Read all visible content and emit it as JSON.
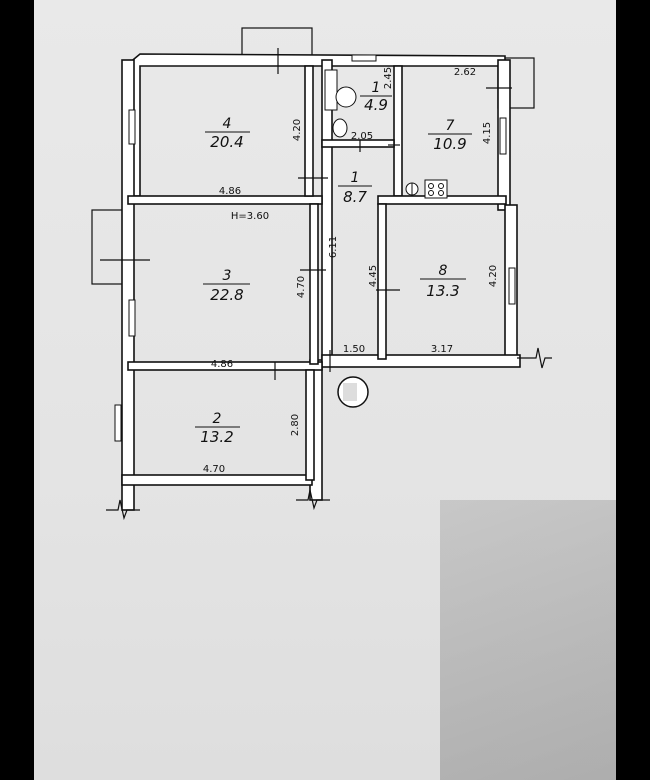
{
  "rooms": [
    {
      "id": "4",
      "number": "4",
      "area": "20.4"
    },
    {
      "id": "3",
      "number": "3",
      "area": "22.8"
    },
    {
      "id": "2",
      "number": "2",
      "area": "13.2"
    },
    {
      "id": "1a",
      "number": "1",
      "area": "4.9"
    },
    {
      "id": "1b",
      "number": "1",
      "area": "8.7"
    },
    {
      "id": "7",
      "number": "7",
      "area": "10.9"
    },
    {
      "id": "8",
      "number": "8",
      "area": "13.3"
    }
  ],
  "dimensions": {
    "room4_width": "4.86",
    "room4_height": "4.20",
    "ceiling_height": "H=3.60",
    "room3_width": "4.86",
    "room3_height": "4.70",
    "room2_width": "4.70",
    "room2_height": "2.80",
    "bath_height": "2.45",
    "bath_width": "2.05",
    "corridor_length": "6.11",
    "corridor_width": "1.50",
    "room7_width": "2.62",
    "room7_height": "4.15",
    "room8_left": "4.45",
    "room8_width": "3.17",
    "room8_height": "4.20"
  }
}
